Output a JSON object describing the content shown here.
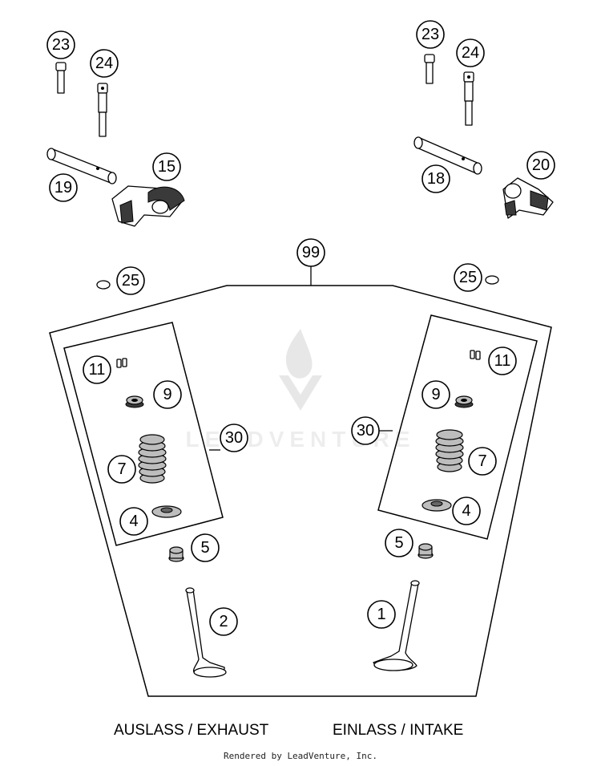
{
  "watermark": {
    "text": "LEADVENTURE"
  },
  "callouts": {
    "c23_left": "23",
    "c24_left": "24",
    "c19": "19",
    "c15": "15",
    "c23_right": "23",
    "c24_right": "24",
    "c18": "18",
    "c20": "20",
    "c99": "99",
    "c25_left": "25",
    "c25_right": "25",
    "c11_left": "11",
    "c9_left": "9",
    "c30_left": "30",
    "c7_left": "7",
    "c4_left": "4",
    "c5_left": "5",
    "c2": "2",
    "c11_right": "11",
    "c9_right": "9",
    "c30_right": "30",
    "c7_right": "7",
    "c4_right": "4",
    "c5_right": "5",
    "c1": "1"
  },
  "labels": {
    "exhaust": "AUSLASS / EXHAUST",
    "intake": "EINLASS / INTAKE"
  },
  "footer": {
    "credit": "Rendered by LeadVenture, Inc."
  }
}
